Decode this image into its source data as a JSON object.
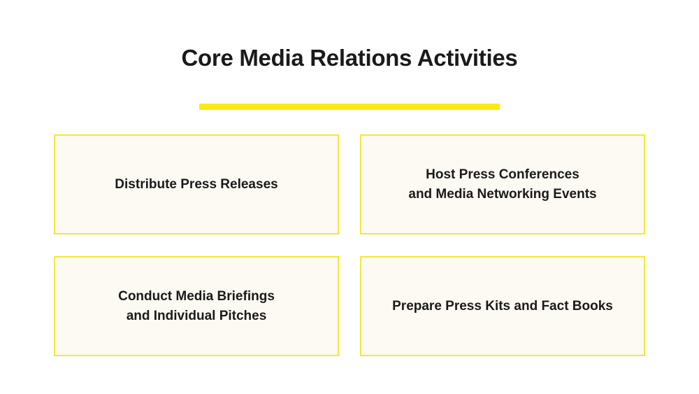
{
  "title": "Core Media Relations Activities",
  "divider": {
    "color": "#F8EC13"
  },
  "colors": {
    "page_background": "#FFFFFF",
    "box_background": "#FDFAF4",
    "box_border": "#F2E838",
    "accent_yellow": "#F8EC13",
    "text": "#1A1A1A"
  },
  "boxes": [
    {
      "label": "Distribute Press Releases"
    },
    {
      "label": "Host Press Conferences\nand Media Networking Events"
    },
    {
      "label": "Conduct Media Briefings\nand Individual Pitches"
    },
    {
      "label": "Prepare Press Kits and Fact Books"
    }
  ]
}
